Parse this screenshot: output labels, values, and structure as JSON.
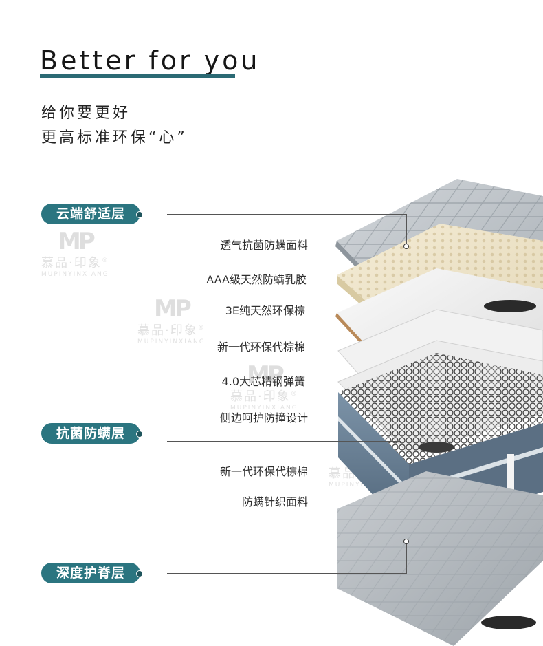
{
  "header": {
    "headline": "Better for you",
    "tagline_1": "给你要更好",
    "tagline_2": "更高标准环保“心”"
  },
  "layers": [
    {
      "label": "云端舒适层"
    },
    {
      "label": "抗菌防螨层"
    },
    {
      "label": "深度护脊层"
    }
  ],
  "features": [
    "透气抗菌防螨面料",
    "AAA级天然防螨乳胶",
    "3E纯天然环保棕",
    "新一代环保代棕棉",
    "4.0大芯精钢弹簧",
    "侧边呵护防撞设计",
    "新一代环保代棕棉",
    "防螨针织面料"
  ],
  "watermark": {
    "logo": "MP",
    "brand_cn": "慕品·印象",
    "brand_en": "MUPINYINXIANG",
    "registered": "®"
  },
  "colors": {
    "accent": "#2b7580",
    "bar": "#2b6a74"
  }
}
